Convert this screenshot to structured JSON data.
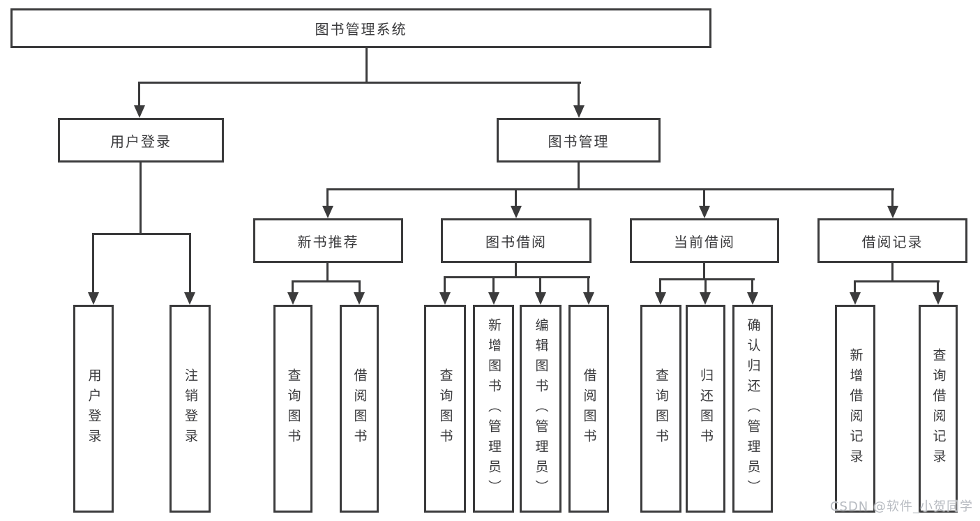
{
  "watermark": "CSDN @软件_小贺同学",
  "colors": {
    "line": "#3b3b3c",
    "text": "#3a3a3c",
    "background": "#ffffff",
    "watermark": "#b7bbc1"
  },
  "nodes": {
    "root": {
      "label": "图书管理系统",
      "level": 1,
      "parent": null
    },
    "userLogin": {
      "label": "用户登录",
      "level": 2,
      "parent": "root"
    },
    "bookMgmt": {
      "label": "图书管理",
      "level": 2,
      "parent": "root"
    },
    "newBookRec": {
      "label": "新书推荐",
      "level": 3,
      "parent": "bookMgmt"
    },
    "bookBorrow": {
      "label": "图书借阅",
      "level": 3,
      "parent": "bookMgmt"
    },
    "currentBorrow": {
      "label": "当前借阅",
      "level": 3,
      "parent": "bookMgmt"
    },
    "borrowRecords": {
      "label": "借阅记录",
      "level": 3,
      "parent": "bookMgmt"
    },
    "ulLogin": {
      "label": "用户登录",
      "level": 4,
      "parent": "userLogin"
    },
    "ulLogout": {
      "label": "注销登录",
      "level": 4,
      "parent": "userLogin"
    },
    "nbQuery": {
      "label": "查询图书",
      "level": 4,
      "parent": "newBookRec"
    },
    "nbBorrow": {
      "label": "借阅图书",
      "level": 4,
      "parent": "newBookRec"
    },
    "bbQuery": {
      "label": "查询图书",
      "level": 4,
      "parent": "bookBorrow"
    },
    "bbAdd": {
      "label": "新增图书（管理员）",
      "level": 4,
      "parent": "bookBorrow"
    },
    "bbEdit": {
      "label": "编辑图书（管理员）",
      "level": 4,
      "parent": "bookBorrow"
    },
    "bbBorrow": {
      "label": "借阅图书",
      "level": 4,
      "parent": "bookBorrow"
    },
    "cbQuery": {
      "label": "查询图书",
      "level": 4,
      "parent": "currentBorrow"
    },
    "cbReturn": {
      "label": "归还图书",
      "level": 4,
      "parent": "currentBorrow"
    },
    "cbConfirm": {
      "label": "确认归还（管理员）",
      "level": 4,
      "parent": "currentBorrow"
    },
    "brAdd": {
      "label": "新增借阅记录",
      "level": 4,
      "parent": "borrowRecords"
    },
    "brQuery": {
      "label": "查询借阅记录",
      "level": 4,
      "parent": "borrowRecords"
    }
  }
}
